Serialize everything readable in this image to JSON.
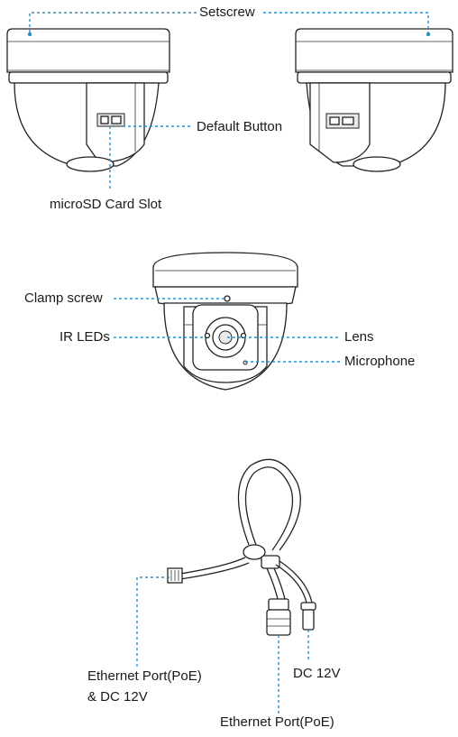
{
  "labels": {
    "setscrew": "Setscrew",
    "default_button": "Default Button",
    "microsd_slot": "microSD Card Slot",
    "clamp_screw": "Clamp screw",
    "ir_leds": "IR LEDs",
    "lens": "Lens",
    "microphone": "Microphone",
    "ethernet_poe_dc_line1": "Ethernet Port(PoE)",
    "ethernet_poe_dc_line2": "& DC 12V",
    "dc_12v": "DC 12V",
    "ethernet_poe": "Ethernet Port(PoE)"
  },
  "colors": {
    "leader_line": "#2a8fc7",
    "outline": "#222222"
  }
}
